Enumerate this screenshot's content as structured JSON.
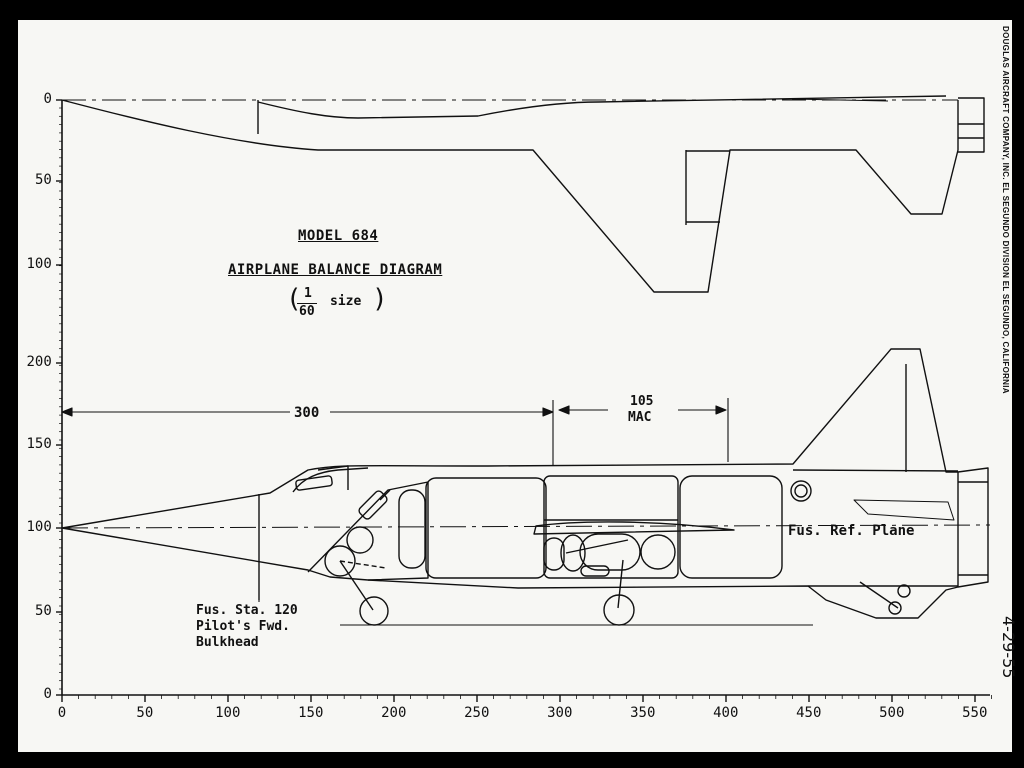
{
  "title": {
    "model": "MODEL 684",
    "subtitle": "AIRPLANE BALANCE DIAGRAM",
    "scale_num": "1",
    "scale_den": "60",
    "scale_word": "size"
  },
  "company": "DOUGLAS AIRCRAFT COMPANY, INC.  EL SEGUNDO DIVISION  EL SEGUNDO, CALIFORNIA",
  "date": "4-29-55",
  "x_axis": {
    "ticks": [
      "0",
      "50",
      "100",
      "150",
      "200",
      "250",
      "300",
      "350",
      "400",
      "450",
      "500",
      "550"
    ]
  },
  "y_axis": {
    "ticks": [
      "0",
      "50",
      "100",
      "200",
      "150",
      "100",
      "50",
      "0"
    ]
  },
  "dimensions": {
    "length_to_mac": "300",
    "mac_value": "105",
    "mac_label": "MAC"
  },
  "annotations": {
    "fus_ref_plane": "Fus. Ref. Plane",
    "fus_sta_1": "Fus. Sta. 120",
    "fus_sta_2": "Pilot's Fwd.",
    "fus_sta_3": "Bulkhead"
  },
  "colors": {
    "ink": "#111111",
    "paper": "#f7f7f4",
    "border": "#000000"
  }
}
